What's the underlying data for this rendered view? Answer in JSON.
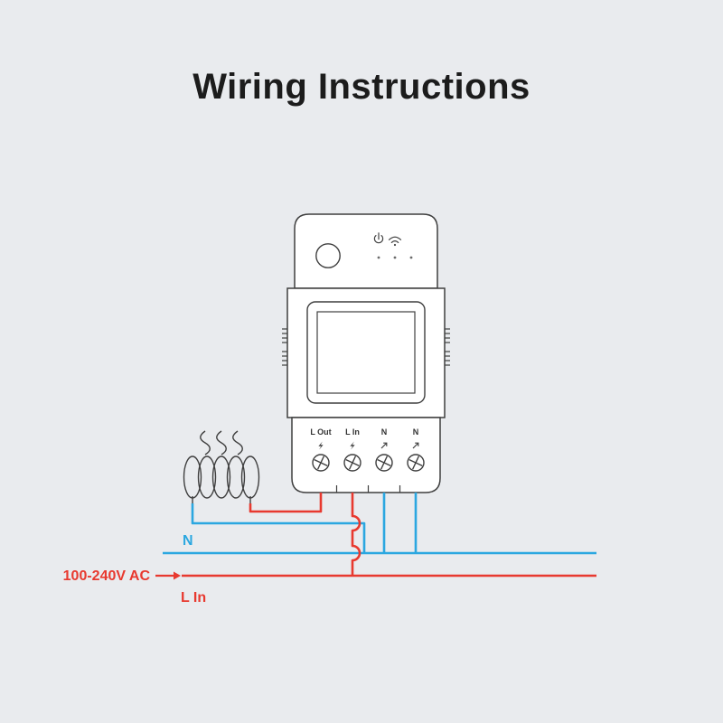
{
  "title": "Wiring Instructions",
  "colors": {
    "live": "#e8392f",
    "neutral": "#2ba7e0",
    "outline": "#3f3f3f",
    "background": "#e9ebee",
    "text_dark": "#1c1c1c"
  },
  "device": {
    "name": "smart-switch",
    "indicators": {
      "power_icon": "power-symbol",
      "wifi_icon": "wifi-symbol",
      "led_count": 3
    },
    "terminals": [
      {
        "label": "L Out",
        "icon": "lightning"
      },
      {
        "label": "L In",
        "icon": "lightning"
      },
      {
        "label": "N",
        "icon": "arrow-out"
      },
      {
        "label": "N",
        "icon": "arrow-out"
      }
    ]
  },
  "wiring": {
    "neutral_bus_label": "N",
    "supply_label": "100-240V AC",
    "supply_arrow_icon": "arrow-right",
    "live_bus_label": "L In",
    "load": "heater"
  }
}
